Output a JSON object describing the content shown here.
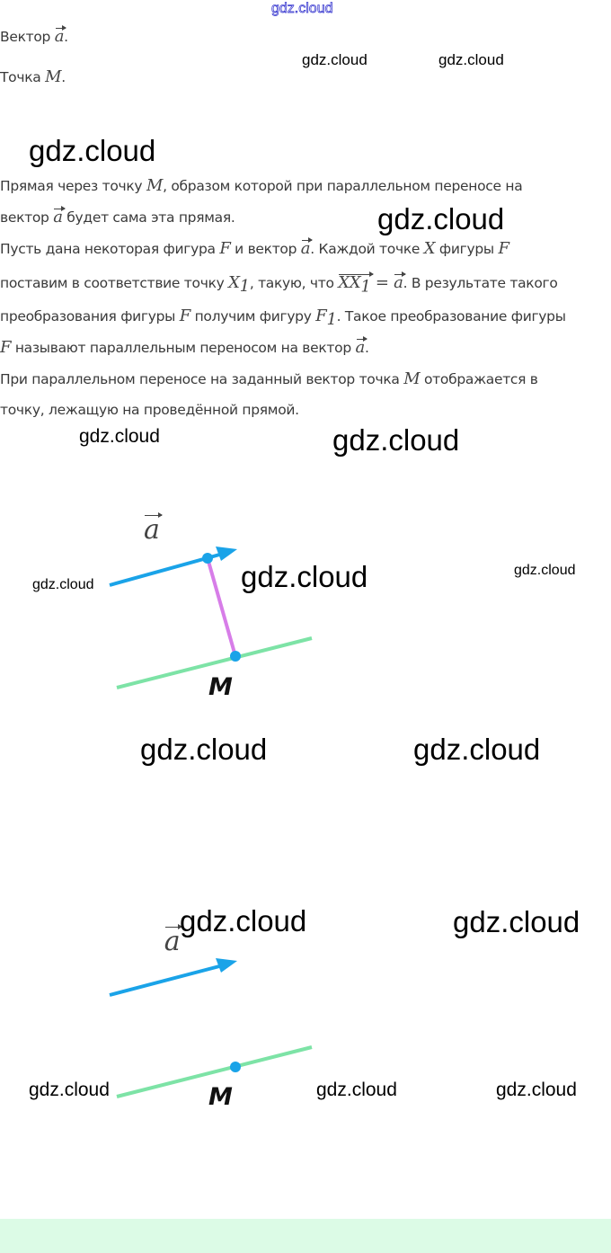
{
  "watermark": "gdz.cloud",
  "lines": [
    [
      {
        "t": "Вектор "
      },
      {
        "v": "a"
      },
      {
        "t": "."
      }
    ],
    [
      {
        "t": "Точка "
      },
      {
        "m": "M"
      },
      {
        "t": "."
      }
    ],
    [
      {
        "t": "Прямая через точку "
      },
      {
        "m": "M"
      },
      {
        "t": ", образом которой при параллельном переносе на"
      }
    ],
    [
      {
        "t": "вектор "
      },
      {
        "v": "a"
      },
      {
        "t": " будет сама эта прямая."
      }
    ],
    [
      {
        "t": "Пусть дана некоторая фигура "
      },
      {
        "m": "F"
      },
      {
        "t": " и вектор "
      },
      {
        "v": "a"
      },
      {
        "t": ". Каждой точке "
      },
      {
        "m": "X"
      },
      {
        "t": " фигуры "
      },
      {
        "m": "F"
      }
    ],
    [
      {
        "t": "поставим в соответствие точку "
      },
      {
        "m": "X",
        "sub": "1"
      },
      {
        "t": ", такую, что "
      },
      {
        "v": "XX",
        "sub": "1"
      },
      {
        "m": " = "
      },
      {
        "v": "a"
      },
      {
        "t": ". В результате такого"
      }
    ],
    [
      {
        "t": "преобразования фигуры "
      },
      {
        "m": "F"
      },
      {
        "t": " получим фигуру "
      },
      {
        "m": "F",
        "sub": "1"
      },
      {
        "t": ". Такое преобразование фигуры"
      }
    ],
    [
      {
        "m": "F"
      },
      {
        "t": " называют параллельным переносом на вектор "
      },
      {
        "v": "a"
      },
      {
        "t": "."
      }
    ],
    [
      {
        "t": "При параллельном переносе на заданный вектор точка "
      },
      {
        "m": "M"
      },
      {
        "t": " отображается в"
      }
    ],
    [
      {
        "t": "точку, лежащую на проведённой прямой."
      }
    ]
  ],
  "figures": {
    "vector_label": "a",
    "point_label": "M"
  },
  "colors": {
    "vector": "#1aa3e8",
    "line": "#7de3a6",
    "segment": "#d77de8",
    "point": "#1aa3e8",
    "band": "#dcfbe6"
  }
}
